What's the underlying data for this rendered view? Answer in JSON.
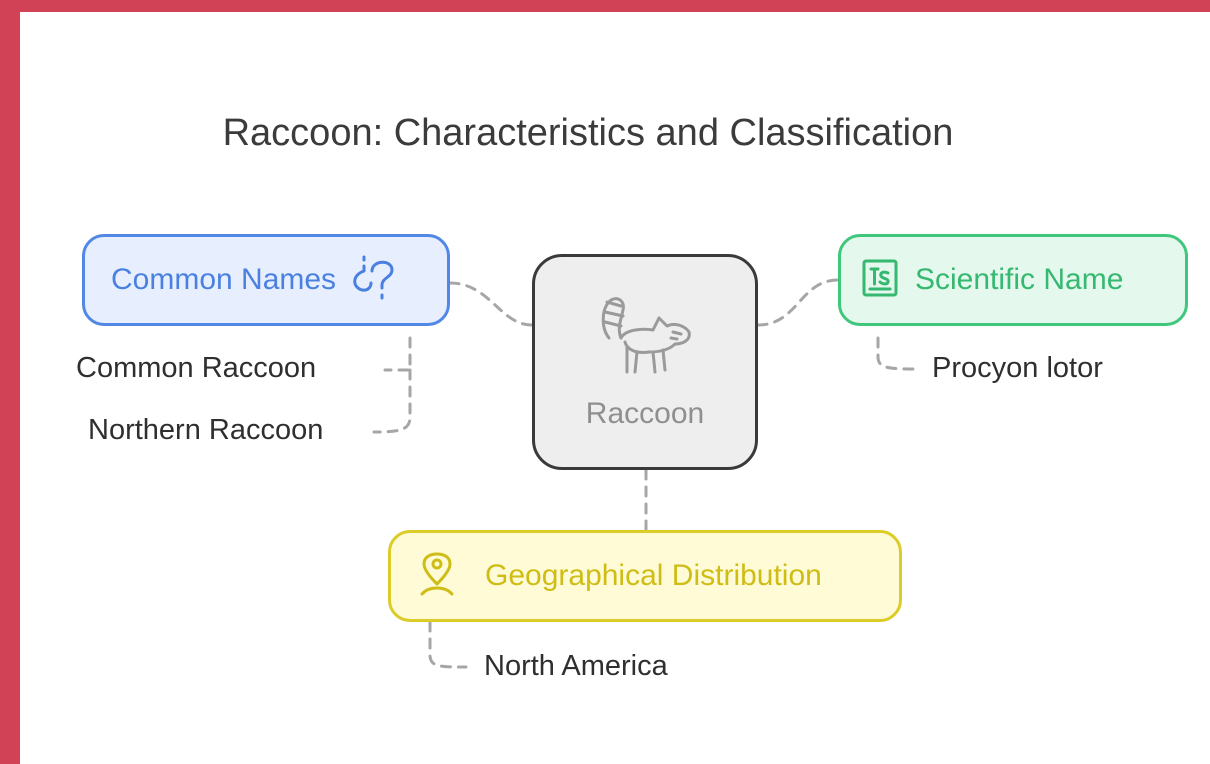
{
  "title": "Raccoon: Characteristics and Classification",
  "center": {
    "label": "Raccoon",
    "icon": "raccoon-icon"
  },
  "nodes": {
    "common_names": {
      "label": "Common Names",
      "icon": "question-marks-icon",
      "items": [
        "Common Raccoon",
        "Northern Raccoon"
      ]
    },
    "scientific_name": {
      "label": "Scientific Name",
      "icon": "type-specimen-icon",
      "items": [
        "Procyon lotor"
      ]
    },
    "geographical_distribution": {
      "label": "Geographical Distribution",
      "icon": "location-pin-icon",
      "items": [
        "North America"
      ]
    }
  },
  "colors": {
    "frame": "#d14256",
    "common_names": "#5288e5",
    "scientific_name": "#3fc77b",
    "geographical_distribution": "#dccc28",
    "center": "#3a3a3a"
  }
}
